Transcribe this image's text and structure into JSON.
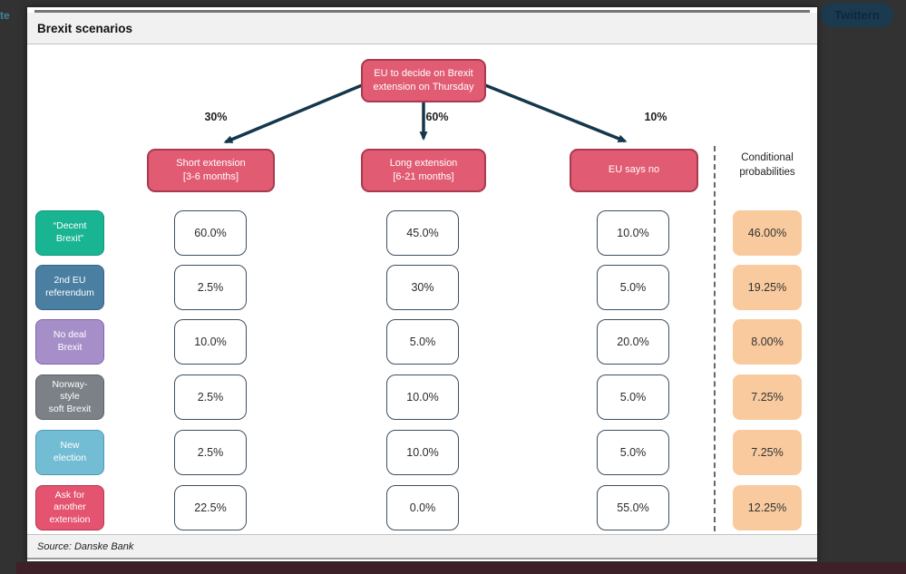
{
  "browser": {
    "partial_left_text": "te",
    "tweet_button_label": "Twittern"
  },
  "panel": {
    "title": "Brexit scenarios",
    "source": "Source: Danske Bank"
  },
  "diagram": {
    "root": {
      "label": "EU to decide on Brexit\nextension on Thursday",
      "color": "#e15b72"
    },
    "branches": [
      {
        "probability": "30%",
        "label": "Short extension\n[3-6 months]"
      },
      {
        "probability": "60%",
        "label": "Long extension\n[6-21 months]"
      },
      {
        "probability": "10%",
        "label": "EU says no"
      }
    ],
    "conditional_header": "Conditional\nprobabilities",
    "arrow_color": "#15374d",
    "conditional_box_color": "#f8ca9e",
    "rows": [
      {
        "scenario": {
          "label": "“Decent\nBrexit”",
          "color": "#19b492",
          "border": "#0f967a"
        },
        "values": [
          "60.0%",
          "45.0%",
          "10.0%"
        ],
        "conditional": "46.00%"
      },
      {
        "scenario": {
          "label": "2nd EU\nreferendum",
          "color": "#4a7fa2",
          "border": "#34648c"
        },
        "values": [
          "2.5%",
          "30%",
          "5.0%"
        ],
        "conditional": "19.25%"
      },
      {
        "scenario": {
          "label": "No deal\nBrexit",
          "color": "#a68fc9",
          "border": "#8064ab"
        },
        "values": [
          "10.0%",
          "5.0%",
          "20.0%"
        ],
        "conditional": "8.00%"
      },
      {
        "scenario": {
          "label": "Norway-\nstyle\nsoft Brexit",
          "color": "#7b8187",
          "border": "#5c6268"
        },
        "values": [
          "2.5%",
          "10.0%",
          "5.0%"
        ],
        "conditional": "7.25%"
      },
      {
        "scenario": {
          "label": "New\nelection",
          "color": "#72bdd3",
          "border": "#4e9ab6"
        },
        "values": [
          "2.5%",
          "10.0%",
          "5.0%"
        ],
        "conditional": "7.25%"
      },
      {
        "scenario": {
          "label": "Ask for\nanother\nextension",
          "color": "#e4536f",
          "border": "#b03a52"
        },
        "values": [
          "22.5%",
          "0.0%",
          "55.0%"
        ],
        "conditional": "12.25%"
      }
    ]
  }
}
